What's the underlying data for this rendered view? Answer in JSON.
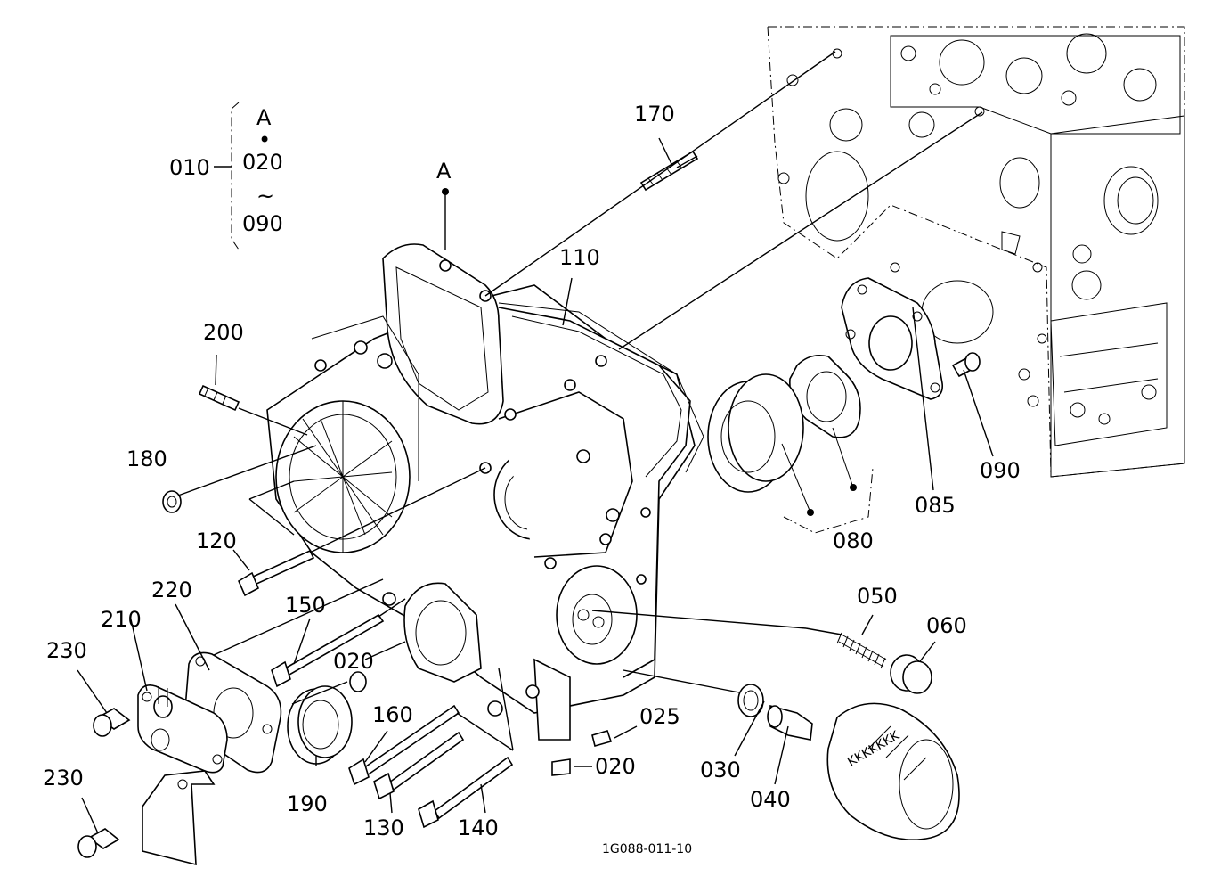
{
  "diagram": {
    "callouts": [
      {
        "id": "010",
        "text": "010"
      },
      {
        "id": "020a",
        "text": "020"
      },
      {
        "id": "020b",
        "text": "020"
      },
      {
        "id": "020c",
        "text": "020"
      },
      {
        "id": "025",
        "text": "025"
      },
      {
        "id": "030",
        "text": "030"
      },
      {
        "id": "040",
        "text": "040"
      },
      {
        "id": "050",
        "text": "050"
      },
      {
        "id": "060",
        "text": "060"
      },
      {
        "id": "080",
        "text": "080"
      },
      {
        "id": "085",
        "text": "085"
      },
      {
        "id": "090a",
        "text": "090"
      },
      {
        "id": "090b",
        "text": "090"
      },
      {
        "id": "110",
        "text": "110"
      },
      {
        "id": "120",
        "text": "120"
      },
      {
        "id": "130",
        "text": "130"
      },
      {
        "id": "140",
        "text": "140"
      },
      {
        "id": "150",
        "text": "150"
      },
      {
        "id": "160",
        "text": "160"
      },
      {
        "id": "170",
        "text": "170"
      },
      {
        "id": "180",
        "text": "180"
      },
      {
        "id": "190",
        "text": "190"
      },
      {
        "id": "200",
        "text": "200"
      },
      {
        "id": "210",
        "text": "210"
      },
      {
        "id": "220",
        "text": "220"
      },
      {
        "id": "230a",
        "text": "230"
      },
      {
        "id": "230b",
        "text": "230"
      }
    ],
    "group_marks": {
      "a_top": "A",
      "a_point": "A",
      "dot": "•",
      "tilde": "~"
    },
    "filter_text": "KKKKKKK",
    "drawing_code": "1G088-011-10"
  }
}
